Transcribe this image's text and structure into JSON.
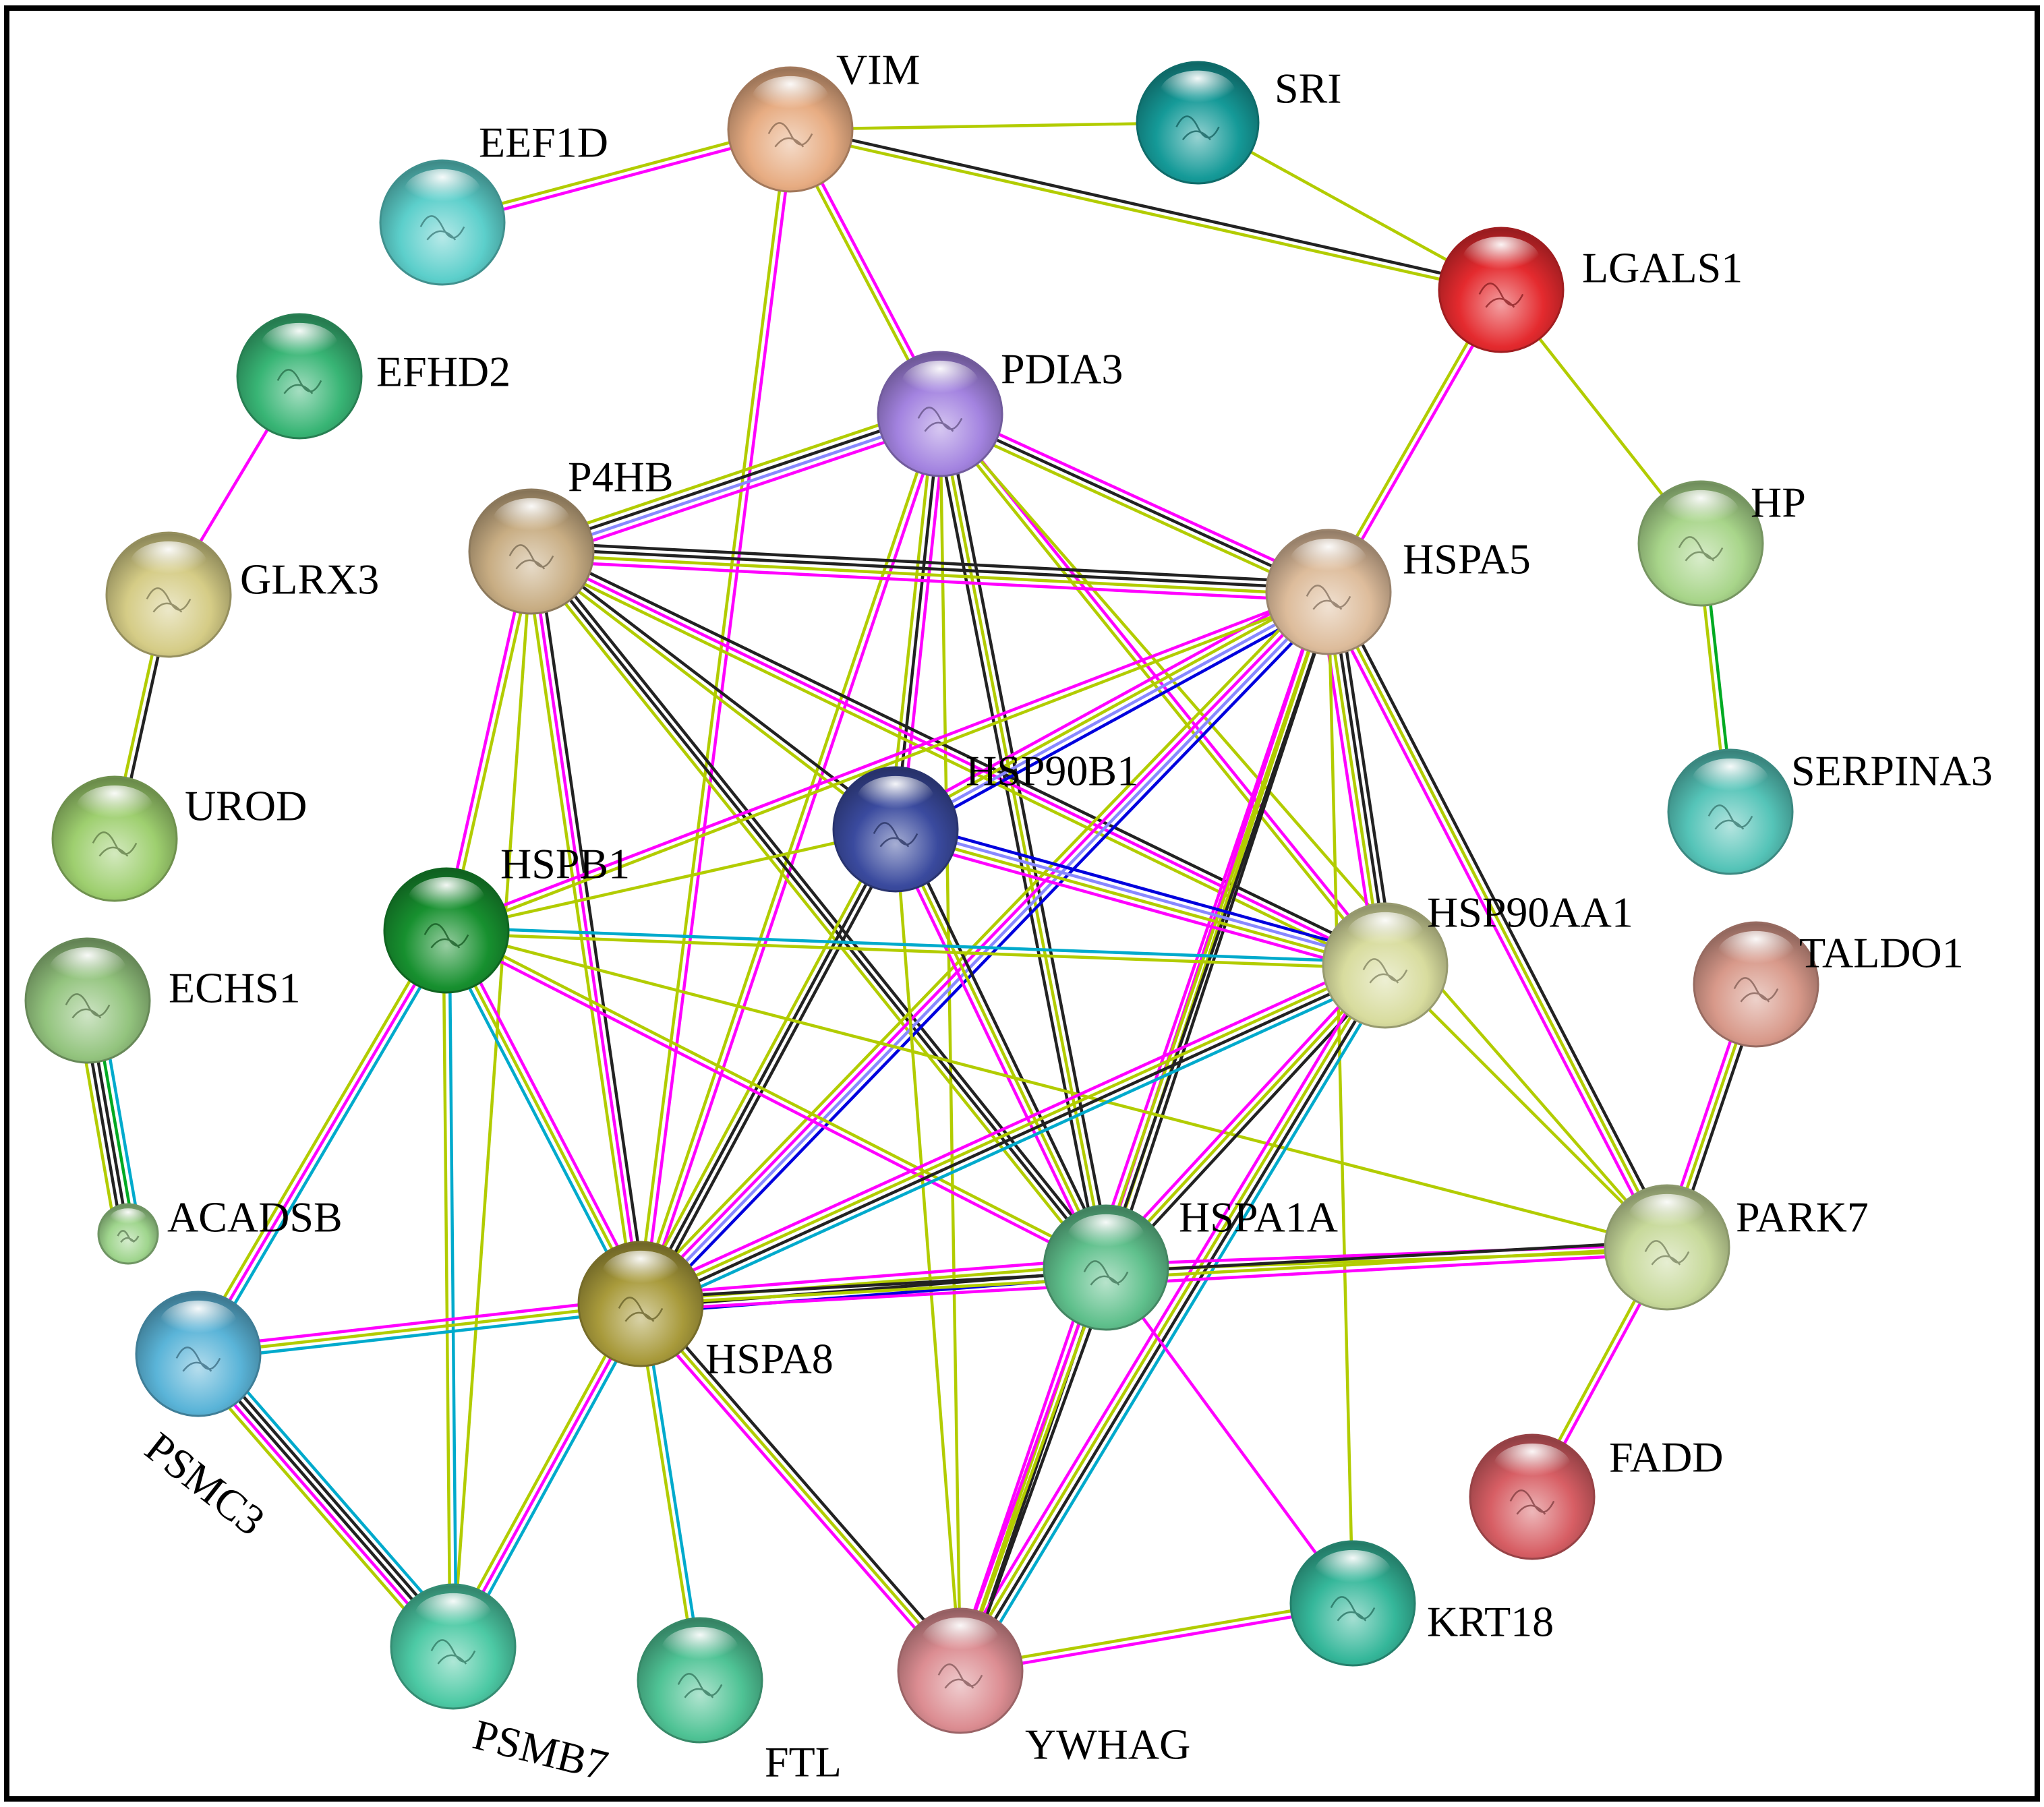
{
  "colors": {
    "textmining": "#b2cc00",
    "experiments": "#ff00ff",
    "coexpression": "#222222",
    "databases": "#00aacc",
    "homology": "#8888ff",
    "binding": "#0000dd",
    "neighborhood": "#00aa22"
  },
  "nodes": [
    {
      "id": "VIM",
      "label": "VIM",
      "color": "#e7ac82"
    },
    {
      "id": "SRI",
      "label": "SRI",
      "color": "#159a98"
    },
    {
      "id": "EEF1D",
      "label": "EEF1D",
      "color": "#5ccfcb"
    },
    {
      "id": "LGALS1",
      "label": "LGALS1",
      "color": "#e42a2e"
    },
    {
      "id": "EFHD2",
      "label": "EFHD2",
      "color": "#38b575"
    },
    {
      "id": "PDIA3",
      "label": "PDIA3",
      "color": "#a383e0"
    },
    {
      "id": "P4HB",
      "label": "P4HB",
      "color": "#c8ad83"
    },
    {
      "id": "GLRX3",
      "label": "GLRX3",
      "color": "#d5cc86"
    },
    {
      "id": "HP",
      "label": "HP",
      "color": "#a8d58a"
    },
    {
      "id": "HSPA5",
      "label": "HSPA5",
      "color": "#ddbc9b"
    },
    {
      "id": "UROD",
      "label": "UROD",
      "color": "#9ecf6f"
    },
    {
      "id": "HSP90B1",
      "label": "HSP90B1",
      "color": "#3a4a9e"
    },
    {
      "id": "SERPINA3",
      "label": "SERPINA3",
      "color": "#55c4b8"
    },
    {
      "id": "HSPB1",
      "label": "HSPB1",
      "color": "#17902f"
    },
    {
      "id": "HSP90AA1",
      "label": "HSP90AA1",
      "color": "#d8dc9e"
    },
    {
      "id": "TALDO1",
      "label": "TALDO1",
      "color": "#d8998a"
    },
    {
      "id": "ECHS1",
      "label": "ECHS1",
      "color": "#93c47e"
    },
    {
      "id": "ACADSB",
      "label": "ACADSB",
      "color": "#9fd58d"
    },
    {
      "id": "HSPA1A",
      "label": "HSPA1A",
      "color": "#5fc08c"
    },
    {
      "id": "PARK7",
      "label": "PARK7",
      "color": "#c7d99a"
    },
    {
      "id": "HSPA8",
      "label": "HSPA8",
      "color": "#a89a3b"
    },
    {
      "id": "PSMC3",
      "label": "PSMC3",
      "color": "#5ab4d8"
    },
    {
      "id": "FADD",
      "label": "FADD",
      "color": "#d75e64"
    },
    {
      "id": "KRT18",
      "label": "KRT18",
      "color": "#35b79a"
    },
    {
      "id": "PSMB7",
      "label": "PSMB7",
      "color": "#4cc9a4"
    },
    {
      "id": "FTL",
      "label": "FTL",
      "color": "#4fc395"
    },
    {
      "id": "YWHAG",
      "label": "YWHAG",
      "color": "#dc8d92"
    }
  ],
  "edges": [
    {
      "source": "VIM",
      "target": "SRI",
      "evidence": [
        "textmining"
      ]
    },
    {
      "source": "VIM",
      "target": "LGALS1",
      "evidence": [
        "coexpression",
        "textmining"
      ]
    },
    {
      "source": "VIM",
      "target": "EEF1D",
      "evidence": [
        "experiments",
        "textmining"
      ]
    },
    {
      "source": "VIM",
      "target": "PDIA3",
      "evidence": [
        "experiments",
        "textmining"
      ]
    },
    {
      "source": "VIM",
      "target": "HSPA8",
      "evidence": [
        "experiments",
        "textmining"
      ]
    },
    {
      "source": "SRI",
      "target": "LGALS1",
      "evidence": [
        "textmining"
      ]
    },
    {
      "source": "LGALS1",
      "target": "HSPA5",
      "evidence": [
        "experiments",
        "textmining"
      ]
    },
    {
      "source": "LGALS1",
      "target": "HP",
      "evidence": [
        "textmining"
      ]
    },
    {
      "source": "EFHD2",
      "target": "GLRX3",
      "evidence": [
        "experiments"
      ]
    },
    {
      "source": "GLRX3",
      "target": "UROD",
      "evidence": [
        "coexpression",
        "textmining"
      ]
    },
    {
      "source": "HP",
      "target": "SERPINA3",
      "evidence": [
        "neighborhood",
        "textmining"
      ]
    },
    {
      "source": "ECHS1",
      "target": "ACADSB",
      "evidence": [
        "databases",
        "neighborhood",
        "coexpression",
        "coexpression",
        "textmining"
      ]
    },
    {
      "source": "TALDO1",
      "target": "PARK7",
      "evidence": [
        "coexpression",
        "textmining",
        "experiments"
      ]
    },
    {
      "source": "PARK7",
      "target": "FADD",
      "evidence": [
        "experiments",
        "textmining"
      ]
    },
    {
      "source": "PDIA3",
      "target": "P4HB",
      "evidence": [
        "experiments",
        "homology",
        "coexpression",
        "textmining"
      ]
    },
    {
      "source": "PDIA3",
      "target": "HSPA5",
      "evidence": [
        "experiments",
        "coexpression",
        "textmining"
      ]
    },
    {
      "source": "PDIA3",
      "target": "HSP90B1",
      "evidence": [
        "experiments",
        "coexpression",
        "textmining"
      ]
    },
    {
      "source": "PDIA3",
      "target": "HSPA8",
      "evidence": [
        "experiments",
        "textmining"
      ]
    },
    {
      "source": "PDIA3",
      "target": "HSPA1A",
      "evidence": [
        "coexpression",
        "textmining",
        "coexpression"
      ]
    },
    {
      "source": "PDIA3",
      "target": "HSP90AA1",
      "evidence": [
        "experiments",
        "textmining"
      ]
    },
    {
      "source": "PDIA3",
      "target": "YWHAG",
      "evidence": [
        "textmining"
      ]
    },
    {
      "source": "PDIA3",
      "target": "PARK7",
      "evidence": [
        "textmining"
      ]
    },
    {
      "source": "P4HB",
      "target": "HSPA5",
      "evidence": [
        "coexpression",
        "coexpression",
        "textmining",
        "experiments"
      ]
    },
    {
      "source": "P4HB",
      "target": "HSP90B1",
      "evidence": [
        "coexpression",
        "textmining"
      ]
    },
    {
      "source": "P4HB",
      "target": "HSPA8",
      "evidence": [
        "coexpression",
        "experiments",
        "textmining"
      ]
    },
    {
      "source": "P4HB",
      "target": "HSPA1A",
      "evidence": [
        "coexpression",
        "coexpression",
        "textmining"
      ]
    },
    {
      "source": "P4HB",
      "target": "HSP90AA1",
      "evidence": [
        "coexpression",
        "experiments",
        "textmining"
      ]
    },
    {
      "source": "P4HB",
      "target": "HSPB1",
      "evidence": [
        "textmining",
        "experiments"
      ]
    },
    {
      "source": "P4HB",
      "target": "PSMB7",
      "evidence": [
        "textmining"
      ]
    },
    {
      "source": "HSPA5",
      "target": "HSP90B1",
      "evidence": [
        "binding",
        "homology",
        "textmining",
        "experiments"
      ]
    },
    {
      "source": "HSPA5",
      "target": "HSPA8",
      "evidence": [
        "binding",
        "homology",
        "experiments",
        "textmining"
      ]
    },
    {
      "source": "HSPA5",
      "target": "HSPA1A",
      "evidence": [
        "coexpression",
        "textmining",
        "experiments"
      ]
    },
    {
      "source": "HSPA5",
      "target": "HSP90AA1",
      "evidence": [
        "coexpression",
        "coexpression",
        "textmining",
        "experiments"
      ]
    },
    {
      "source": "HSPA5",
      "target": "HSPB1",
      "evidence": [
        "textmining",
        "experiments"
      ]
    },
    {
      "source": "HSPA5",
      "target": "PARK7",
      "evidence": [
        "coexpression",
        "textmining",
        "experiments"
      ]
    },
    {
      "source": "HSPA5",
      "target": "KRT18",
      "evidence": [
        "textmining"
      ]
    },
    {
      "source": "HSPA5",
      "target": "YWHAG",
      "evidence": [
        "coexpression",
        "textmining",
        "experiments"
      ]
    },
    {
      "source": "HSP90B1",
      "target": "HSP90AA1",
      "evidence": [
        "binding",
        "homology",
        "textmining",
        "experiments"
      ]
    },
    {
      "source": "HSP90B1",
      "target": "HSPA8",
      "evidence": [
        "coexpression",
        "coexpression",
        "textmining"
      ]
    },
    {
      "source": "HSP90B1",
      "target": "HSPA1A",
      "evidence": [
        "coexpression",
        "textmining",
        "experiments"
      ]
    },
    {
      "source": "HSP90B1",
      "target": "HSPB1",
      "evidence": [
        "textmining"
      ]
    },
    {
      "source": "HSP90B1",
      "target": "YWHAG",
      "evidence": [
        "textmining"
      ]
    },
    {
      "source": "HSPB1",
      "target": "HSP90AA1",
      "evidence": [
        "databases",
        "textmining"
      ]
    },
    {
      "source": "HSPB1",
      "target": "HSPA8",
      "evidence": [
        "experiments",
        "textmining",
        "databases"
      ]
    },
    {
      "source": "HSPB1",
      "target": "HSPA1A",
      "evidence": [
        "textmining",
        "experiments"
      ]
    },
    {
      "source": "HSPB1",
      "target": "PARK7",
      "evidence": [
        "textmining"
      ]
    },
    {
      "source": "HSPB1",
      "target": "PSMC3",
      "evidence": [
        "databases",
        "experiments",
        "textmining"
      ]
    },
    {
      "source": "HSPB1",
      "target": "PSMB7",
      "evidence": [
        "databases",
        "textmining"
      ]
    },
    {
      "source": "HSP90AA1",
      "target": "HSPA8",
      "evidence": [
        "databases",
        "coexpression",
        "textmining",
        "experiments"
      ]
    },
    {
      "source": "HSP90AA1",
      "target": "HSPA1A",
      "evidence": [
        "coexpression",
        "textmining",
        "experiments"
      ]
    },
    {
      "source": "HSP90AA1",
      "target": "PARK7",
      "evidence": [
        "textmining"
      ]
    },
    {
      "source": "HSP90AA1",
      "target": "YWHAG",
      "evidence": [
        "databases",
        "coexpression",
        "textmining",
        "experiments"
      ]
    },
    {
      "source": "HSPA1A",
      "target": "HSPA8",
      "evidence": [
        "binding",
        "coexpression",
        "textmining",
        "experiments"
      ]
    },
    {
      "source": "HSPA1A",
      "target": "PARK7",
      "evidence": [
        "experiments",
        "textmining"
      ]
    },
    {
      "source": "HSPA1A",
      "target": "KRT18",
      "evidence": [
        "experiments"
      ]
    },
    {
      "source": "HSPA1A",
      "target": "YWHAG",
      "evidence": [
        "coexpression",
        "textmining",
        "experiments"
      ]
    },
    {
      "source": "HSPA8",
      "target": "PARK7",
      "evidence": [
        "coexpression",
        "textmining",
        "experiments"
      ]
    },
    {
      "source": "HSPA8",
      "target": "PSMC3",
      "evidence": [
        "databases",
        "textmining",
        "experiments"
      ]
    },
    {
      "source": "HSPA8",
      "target": "PSMB7",
      "evidence": [
        "databases",
        "experiments",
        "textmining"
      ]
    },
    {
      "source": "HSPA8",
      "target": "FTL",
      "evidence": [
        "databases",
        "textmining"
      ]
    },
    {
      "source": "HSPA8",
      "target": "YWHAG",
      "evidence": [
        "coexpression",
        "textmining",
        "experiments"
      ]
    },
    {
      "source": "PSMC3",
      "target": "PSMB7",
      "evidence": [
        "databases",
        "coexpression",
        "coexpression",
        "experiments",
        "textmining"
      ]
    },
    {
      "source": "KRT18",
      "target": "YWHAG",
      "evidence": [
        "experiments",
        "textmining"
      ]
    }
  ]
}
